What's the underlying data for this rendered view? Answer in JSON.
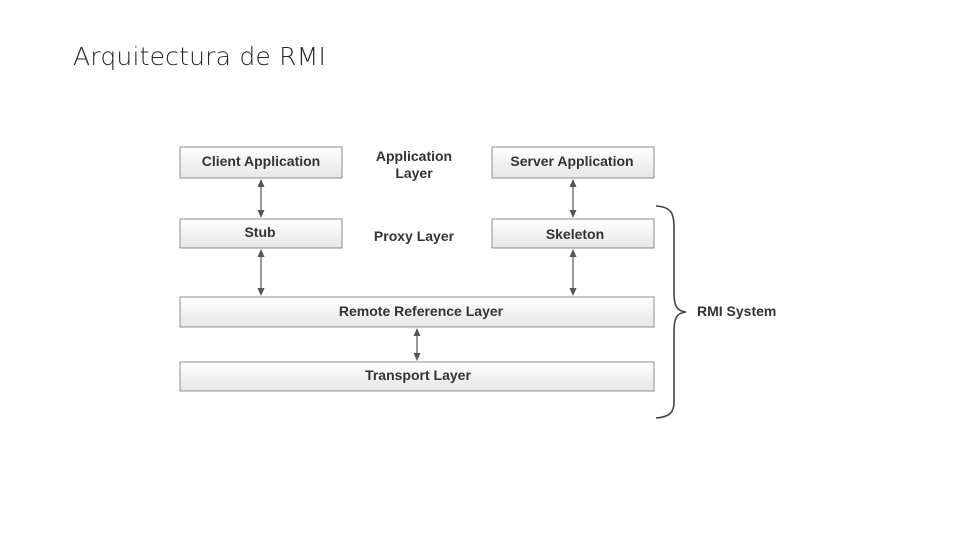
{
  "title": "Arquitectura de RMI",
  "diagram": {
    "boxes": {
      "client": "Client Application",
      "server": "Server Application",
      "stub": "Stub",
      "skeleton": "Skeleton",
      "remote_reference": "Remote Reference Layer",
      "transport": "Transport Layer"
    },
    "layer_labels": {
      "application": [
        "Application",
        "Layer"
      ],
      "proxy": "Proxy Layer"
    },
    "system_label": "RMI System"
  }
}
